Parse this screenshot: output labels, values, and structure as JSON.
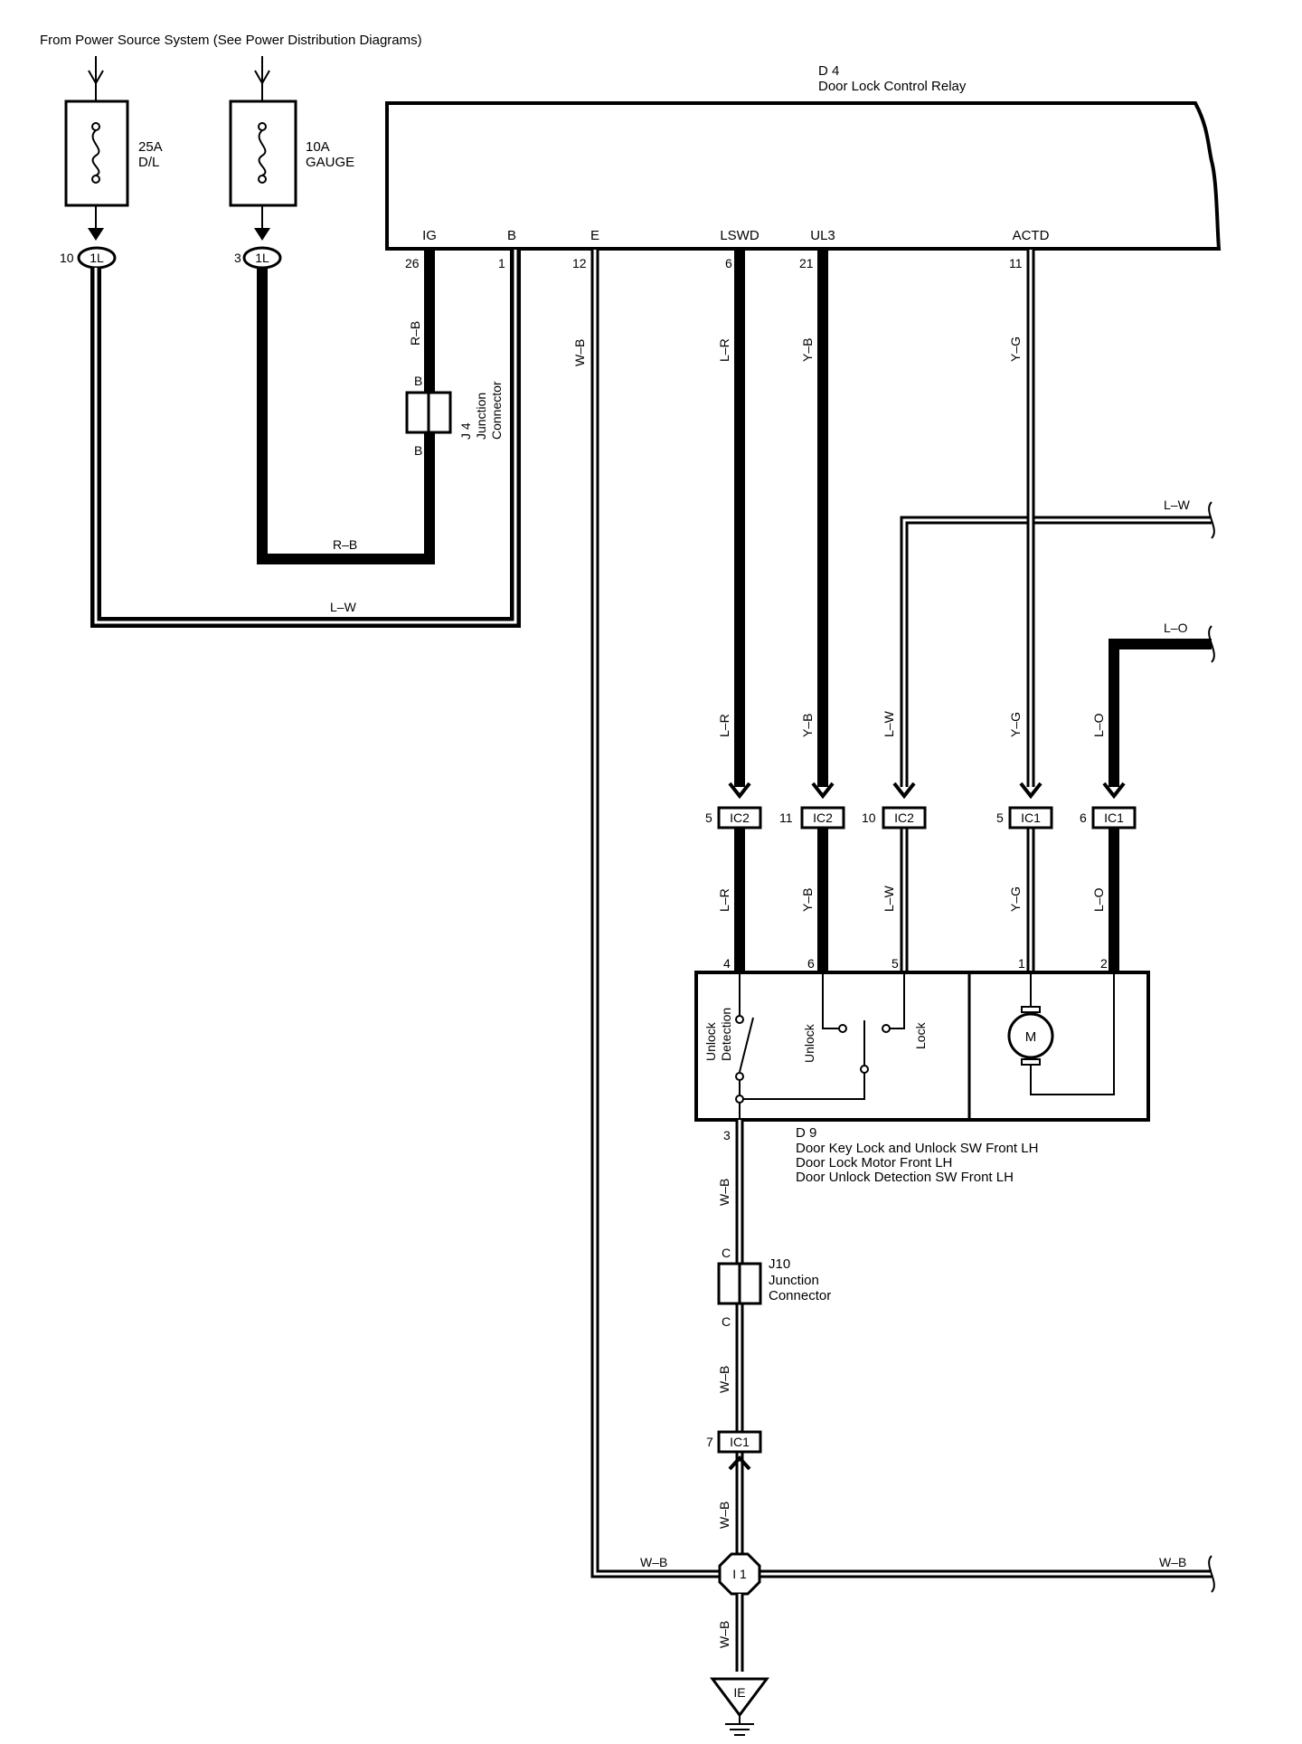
{
  "header": {
    "source_note": "From Power Source System (See Power Distribution Diagrams)"
  },
  "fuses": [
    {
      "rating": "25A",
      "name": "D/L",
      "pin": "10",
      "connector": "1L"
    },
    {
      "rating": "10A",
      "name": "GAUGE",
      "pin": "3",
      "connector": "1L"
    }
  ],
  "relay": {
    "id": "D 4",
    "name": "Door Lock Control Relay",
    "terminals": [
      {
        "label": "IG",
        "pin": "26"
      },
      {
        "label": "B",
        "pin": "1"
      },
      {
        "label": "E",
        "pin": "12"
      },
      {
        "label": "LSWD",
        "pin": "6"
      },
      {
        "label": "UL3",
        "pin": "21"
      },
      {
        "label": "ACTD",
        "pin": "11"
      }
    ]
  },
  "j4": {
    "id": "J 4",
    "name1": "Junction",
    "name2": "Connector",
    "pin_top": "B",
    "pin_bottom": "B"
  },
  "j10": {
    "id": "J10",
    "name1": "Junction",
    "name2": "Connector",
    "pin_top": "C",
    "pin_bottom": "C"
  },
  "wires": {
    "rb": "R–B",
    "lw": "L–W",
    "wb": "W–B",
    "lr": "L–R",
    "yb": "Y–B",
    "yg": "Y–G",
    "lo": "L–O"
  },
  "ic_connectors": [
    {
      "pin": "5",
      "name": "IC2"
    },
    {
      "pin": "11",
      "name": "IC2"
    },
    {
      "pin": "10",
      "name": "IC2"
    },
    {
      "pin": "5",
      "name": "IC1"
    },
    {
      "pin": "6",
      "name": "IC1"
    },
    {
      "pin": "7",
      "name": "IC1"
    }
  ],
  "d9": {
    "id": "D 9",
    "lines": [
      "Door Key Lock and Unlock SW Front LH",
      "Door Lock Motor Front LH",
      "Door Unlock Detection SW Front LH"
    ],
    "pins": [
      "4",
      "6",
      "5",
      "1",
      "2",
      "3"
    ],
    "switch_unlock_detection_1": "Unlock",
    "switch_unlock_detection_2": "Detection",
    "switch_unlock": "Unlock",
    "switch_lock": "Lock",
    "motor": "M"
  },
  "splice": {
    "name": "I 1"
  },
  "ground": {
    "name": "IE"
  }
}
